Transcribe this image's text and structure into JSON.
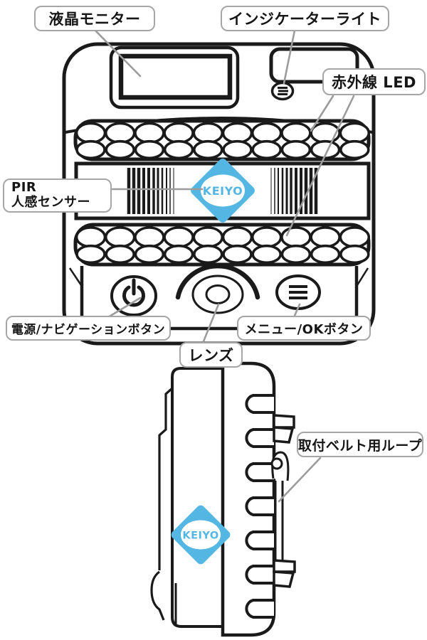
{
  "logo": {
    "text": "KEIYO"
  },
  "labels": {
    "lcd_monitor": "液晶モニター",
    "indicator_light": "インジケーターライト",
    "infrared_led": "赤外線 LED",
    "pir_line1": "PIR",
    "pir_line2": "人感センサー",
    "power_nav_button": "電源/ナビゲーションボタン",
    "menu_ok_button": "メニュー/OKボタン",
    "lens": "レンズ",
    "belt_loop": "取付ベルト用ループ"
  },
  "colors": {
    "line": "#1a1a1a",
    "leader": "#9c9c9c",
    "label_border": "#a6a6a6",
    "logo_blue": "#54b6e2"
  }
}
